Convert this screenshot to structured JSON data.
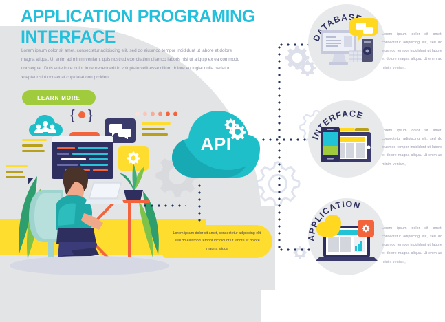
{
  "header": {
    "title": "APPLICATION PROGRAMING INTERFACE",
    "title_line1": "APPLICATION PROGRAMING",
    "title_line2": "INTERFACE",
    "title_color": "#22c0dc",
    "paragraph": "Lorem ipsum dolor sit amet, consectetur adipiscing elit, sed do eiusmod tempor incididunt ut labore et dolore magna aliqua. Ut enim ad minim veniam, quis nostrud exercitation ullamco laboris nisi ut aliquip ex ea commodo consequat. Duis aute irure dolor in reprehenderit in voluptate velit esse cillum dolore eu fugiat nulla pariatur. xcepteur sint occaecat cupidatat non proident.",
    "cta_label": "LEARN MORE",
    "cta_color": "#a0cb3c"
  },
  "api": {
    "label": "API",
    "cloud_color": "#1fbfc9",
    "cloud_shadow": "#17aab4"
  },
  "callout": {
    "text": "Lorem ipsum dolor sit amet, consectetur adipiscing elit, sed do eiusmod tempor incididunt ut labore et dolore magna aliqua",
    "background": "#ffdd2e"
  },
  "sections": [
    {
      "label": "DATABASE",
      "text": "Lorem ipsum dolor sit amet, consectetur adipiscing elit, sed do eiusmod tempor incididunt ut labore et dolore magna aliqua. Ut enim ad minim veniam,",
      "icon": "database-server-icon",
      "accent": "#ffd81f"
    },
    {
      "label": "INTERFACE",
      "text": "Lorem ipsum dolor sit amet, consectetur adipiscing elit, sed do eiusmod tempor incididunt ut labore et dolore magna aliqua. Ut enim ad minim veniam,",
      "icon": "devices-phone-tablet-icon",
      "accent": "#ffd81f"
    },
    {
      "label": "APPLICATION",
      "text": "Lorem ipsum dolor sit amet, consectetur adipiscing elit, sed do eiusmod tempor incididunt ut labore et dolore magna aliqua. Ut enim ad minim veniam,",
      "icon": "laptop-app-icon",
      "accent": "#f4643c"
    }
  ],
  "illustration": {
    "name": "developer-at-desk",
    "icons": [
      "cloud-users-icon",
      "curly-braces-icon",
      "code-tag-icon",
      "chat-bubbles-icon",
      "gear-icon"
    ],
    "palette": {
      "teal": "#1fbfc9",
      "orange": "#f4643c",
      "navy": "#3b3b6b",
      "yellow": "#ffdd2e",
      "green": "#a0cb3c",
      "band": "#ffdd2e"
    }
  }
}
